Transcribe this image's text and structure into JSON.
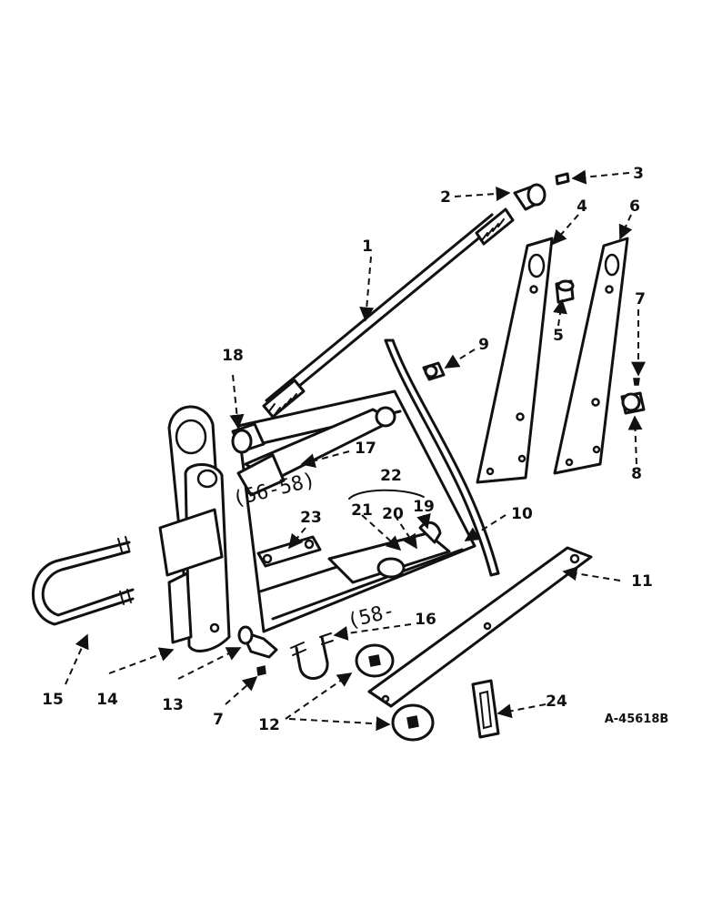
{
  "diagram": {
    "reference_code": "A-45618B",
    "annotations": {
      "year_a": "(56-58)",
      "year_b": "(58-"
    },
    "callouts": [
      "1",
      "2",
      "3",
      "4",
      "5",
      "6",
      "7",
      "8",
      "9",
      "10",
      "11",
      "12",
      "13",
      "14",
      "15",
      "16",
      "17",
      "18",
      "19",
      "20",
      "21",
      "22",
      "23",
      "24",
      "7",
      "12"
    ]
  }
}
